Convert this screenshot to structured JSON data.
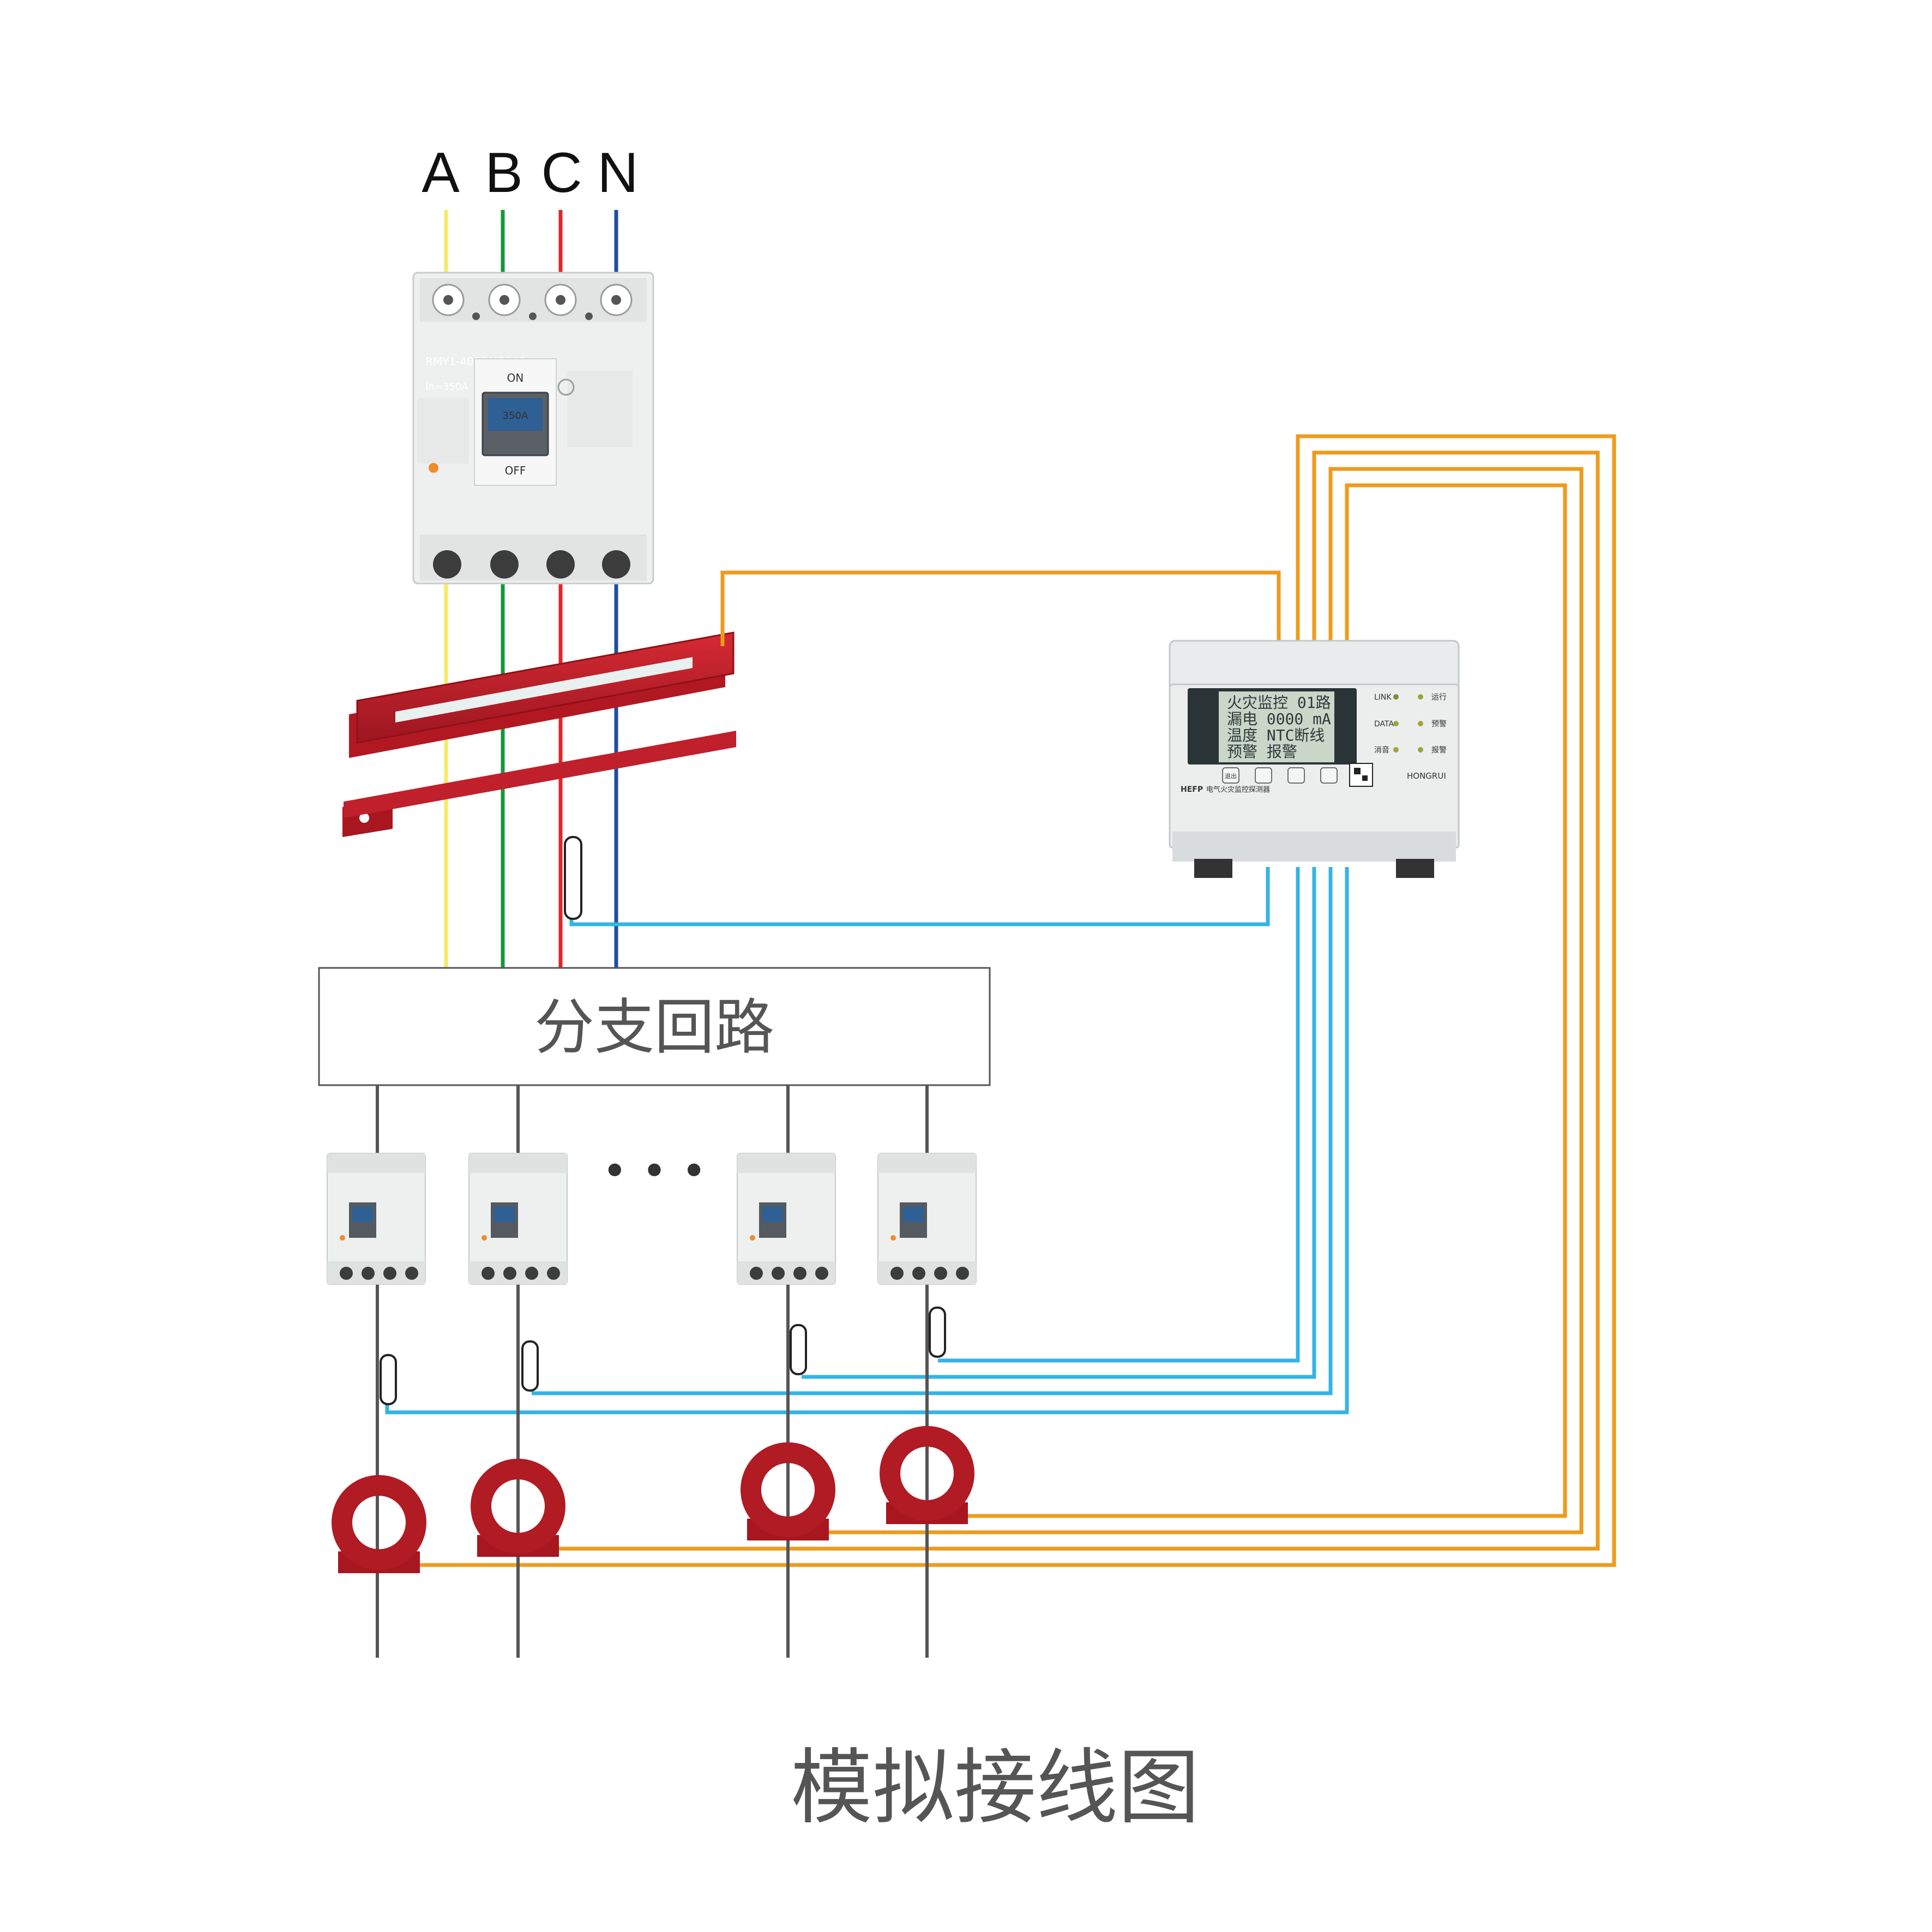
{
  "phase_labels": [
    "A",
    "B",
    "C",
    "N"
  ],
  "main_breaker": {
    "model": "RMY1-400S/43008",
    "rating_line": "In=350A",
    "handle_rating": "350A",
    "on_label": "ON",
    "off_label": "OFF"
  },
  "branch_box_label": "分支回路",
  "ellipsis": "• • •",
  "detector": {
    "lcd_lines": [
      "火灾监控 01路",
      "漏电   0000  mA",
      "温度   NTC断线",
      "预警   报警"
    ],
    "status_leds": [
      "LINK",
      "DATA",
      "消音"
    ],
    "status_labels": [
      "运行",
      "预警",
      "报警"
    ],
    "model_label": "HEFP",
    "product_name": "电气火灾监控探测器",
    "buttons": [
      "退出",
      "",
      "",
      ""
    ],
    "brand": "HONGRUI"
  },
  "title": "模拟接线图",
  "colors": {
    "phase_a": "#f5ea6a",
    "phase_b": "#13983c",
    "phase_c": "#e0262a",
    "phase_n": "#1d4fa3",
    "signal_orange": "#ee9b1c",
    "signal_blue": "#34b4e4",
    "branch_wire": "#555555",
    "sensor_red": "#b01b24"
  }
}
